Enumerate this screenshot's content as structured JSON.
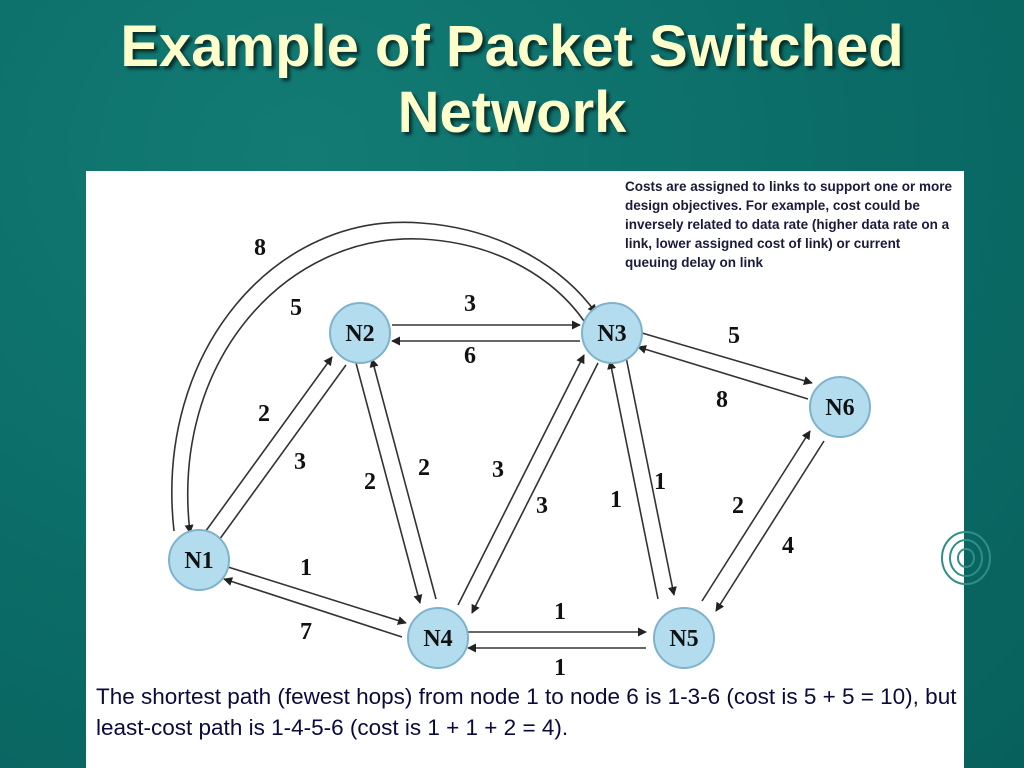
{
  "slide": {
    "title_line1": "Example of Packet Switched",
    "title_line2": "Network",
    "note": "Costs are assigned to links to support one or more design objectives. For example, cost could be inversely related to data rate (higher data rate on a link, lower assigned cost of link) or current queuing delay on link",
    "caption": "The shortest path (fewest hops) from node 1 to node 6 is 1-3-6 (cost is 5 + 5 = 10), but least-cost path is 1-4-5-6 (cost is 1 + 1 + 2 = 4)."
  },
  "nodes": {
    "n1": "N1",
    "n2": "N2",
    "n3": "N3",
    "n4": "N4",
    "n5": "N5",
    "n6": "N6"
  },
  "costs": {
    "n1_n3_outer": "8",
    "n1_n3_inner": "5",
    "n2_n3_top": "3",
    "n2_n3_bottom": "6",
    "n3_n6_top": "5",
    "n3_n6_bottom": "8",
    "n1_n2_outer": "2",
    "n1_n2_inner": "3",
    "n2_n4_left": "2",
    "n2_n4_right": "2",
    "n3_n4_left": "3",
    "n3_n4_right": "3",
    "n3_n5_left": "1",
    "n3_n5_right": "1",
    "n5_n6_left": "2",
    "n5_n6_right": "4",
    "n1_n4_top": "1",
    "n1_n4_bottom": "7",
    "n4_n5_top": "1",
    "n4_n5_bottom": "1"
  },
  "colors": {
    "background": "#0b6f6a",
    "title": "#ffffcc",
    "node_fill": "#b3dcef",
    "text_dark": "#0a0a3c"
  }
}
